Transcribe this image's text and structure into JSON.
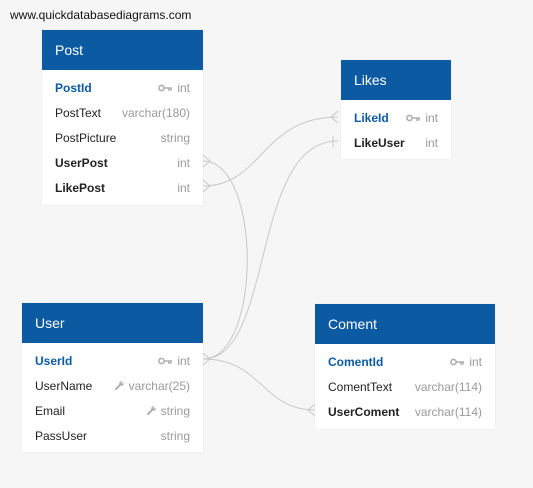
{
  "watermark": "www.quickdatabasediagrams.com",
  "colors": {
    "header": "#0b5aa2",
    "type_text": "#9a9a9a",
    "link": "#c8c8c8"
  },
  "tables": {
    "post": {
      "title": "Post",
      "fields": [
        {
          "name": "PostId",
          "type": "int",
          "role": "pk",
          "icon": "key-icon"
        },
        {
          "name": "PostText",
          "type": "varchar(180)",
          "role": "normal"
        },
        {
          "name": "PostPicture",
          "type": "string",
          "role": "normal"
        },
        {
          "name": "UserPost",
          "type": "int",
          "role": "fk"
        },
        {
          "name": "LikePost",
          "type": "int",
          "role": "fk"
        }
      ]
    },
    "likes": {
      "title": "Likes",
      "fields": [
        {
          "name": "LikeId",
          "type": "int",
          "role": "pk",
          "icon": "key-icon"
        },
        {
          "name": "LikeUser",
          "type": "int",
          "role": "fk"
        }
      ]
    },
    "user": {
      "title": "User",
      "fields": [
        {
          "name": "UserId",
          "type": "int",
          "role": "pk",
          "icon": "key-icon"
        },
        {
          "name": "UserName",
          "type": "varchar(25)",
          "role": "normal",
          "icon": "wrench-icon"
        },
        {
          "name": "Email",
          "type": "string",
          "role": "normal",
          "icon": "wrench-icon"
        },
        {
          "name": "PassUser",
          "type": "string",
          "role": "normal"
        }
      ]
    },
    "coment": {
      "title": "Coment",
      "fields": [
        {
          "name": "ComentId",
          "type": "int",
          "role": "pk",
          "icon": "key-icon"
        },
        {
          "name": "ComentText",
          "type": "varchar(114)",
          "role": "normal"
        },
        {
          "name": "UserComent",
          "type": "varchar(114)",
          "role": "fk"
        }
      ]
    }
  }
}
